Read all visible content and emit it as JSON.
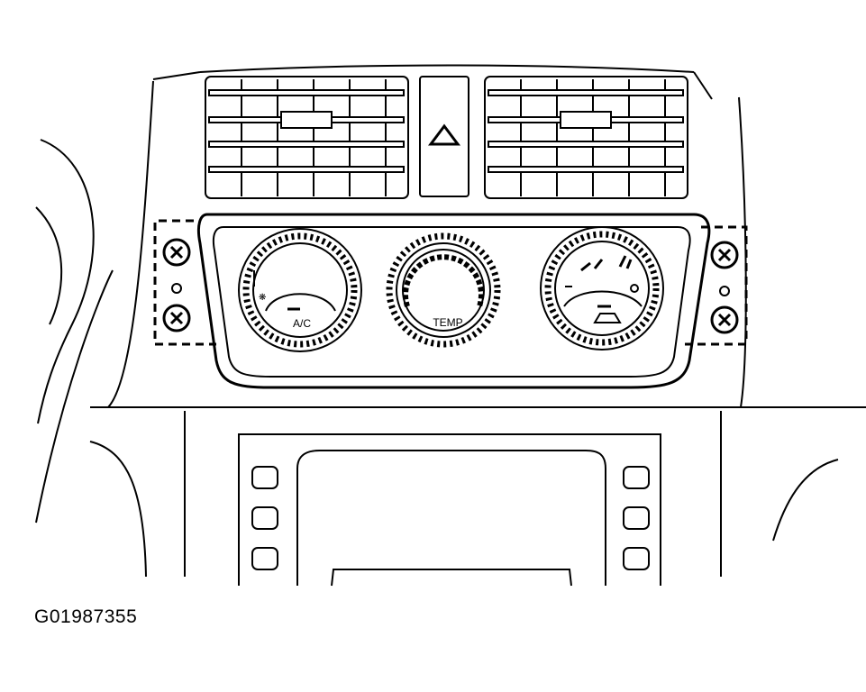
{
  "figure_id": "G01987355",
  "knobs": {
    "left_label": "A/C",
    "center_label": "TEMP"
  },
  "hazard_symbol": "hazard-triangle-icon",
  "screws": [
    "screw-left-upper",
    "screw-left-lower",
    "screw-right-upper",
    "screw-right-lower"
  ],
  "accent_color": "#000000"
}
